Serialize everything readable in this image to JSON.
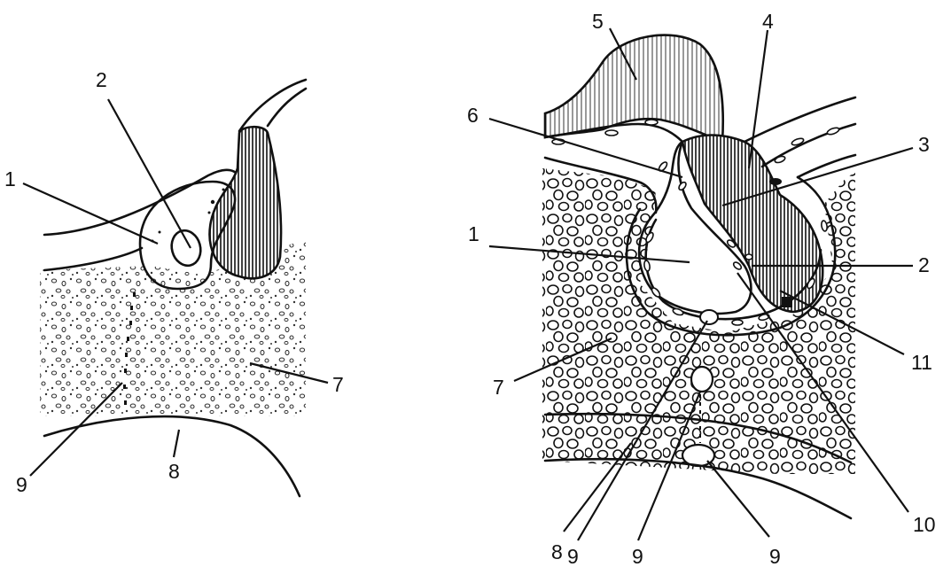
{
  "figures": [
    {
      "id": "left",
      "labels": [
        "1",
        "2",
        "7",
        "8",
        "9"
      ]
    },
    {
      "id": "right",
      "labels": [
        "1",
        "2",
        "3",
        "4",
        "5",
        "6",
        "7",
        "8",
        "9",
        "9",
        "9",
        "10",
        "11"
      ]
    }
  ]
}
